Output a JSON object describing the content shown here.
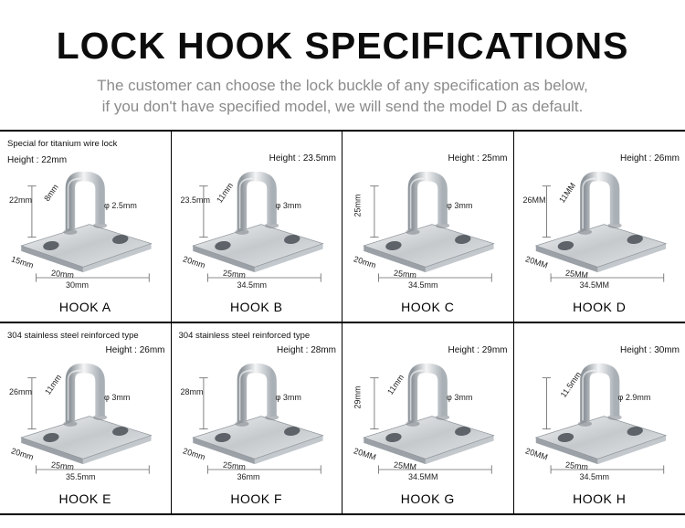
{
  "header": {
    "title": "LOCK HOOK SPECIFICATIONS",
    "subtitle_line1": "The customer can choose the lock buckle of any specification as below,",
    "subtitle_line2": "if you don't have specified model, we will send the model D as default."
  },
  "cells": [
    {
      "name": "HOOK A",
      "note": "Special for titanium wire lock",
      "height": "Height : 22mm",
      "dims": {
        "v": "22mm",
        "d": "8mm",
        "hole": "φ 2.5mm",
        "bl": "15mm",
        "bm": "20mm",
        "bw": "30mm"
      }
    },
    {
      "name": "HOOK B",
      "note": "",
      "height": "Height : 23.5mm",
      "dims": {
        "v": "23.5mm",
        "d": "11mm",
        "hole": "φ 3mm",
        "bl": "20mm",
        "bm": "25mm",
        "bw": "34.5mm"
      }
    },
    {
      "name": "HOOK C",
      "note": "",
      "height": "Height : 25mm",
      "dims": {
        "v": "25mm",
        "d": "",
        "hole": "φ 3mm",
        "bl": "20mm",
        "bm": "25mm",
        "bw": "34.5mm"
      }
    },
    {
      "name": "HOOK D",
      "note": "",
      "height": "Height : 26mm",
      "dims": {
        "v": "26MM",
        "d": "11MM",
        "hole": "",
        "bl": "20MM",
        "bm": "25MM",
        "bw": "34.5MM"
      }
    },
    {
      "name": "HOOK E",
      "note": "304 stainless steel reinforced type",
      "height": "Height : 26mm",
      "dims": {
        "v": "26mm",
        "d": "11mm",
        "hole": "φ 3mm",
        "bl": "20mm",
        "bm": "25mm",
        "bw": "35.5mm"
      }
    },
    {
      "name": "HOOK F",
      "note": "304 stainless steel reinforced type",
      "height": "Height : 28mm",
      "dims": {
        "v": "28mm",
        "d": "",
        "hole": "φ 3mm",
        "bl": "20mm",
        "bm": "25mm",
        "bw": "36mm"
      }
    },
    {
      "name": "HOOK G",
      "note": "",
      "height": "Height : 29mm",
      "dims": {
        "v": "29mm",
        "d": "11mm",
        "hole": "φ 3mm",
        "bl": "20MM",
        "bm": "25MM",
        "bw": "34.5MM"
      }
    },
    {
      "name": "HOOK H",
      "note": "",
      "height": "Height : 30mm",
      "dims": {
        "v": "",
        "d": "11.5mm",
        "hole": "φ 2.9mm",
        "bl": "20MM",
        "bm": "25mm",
        "bw": "34.5mm"
      }
    }
  ]
}
